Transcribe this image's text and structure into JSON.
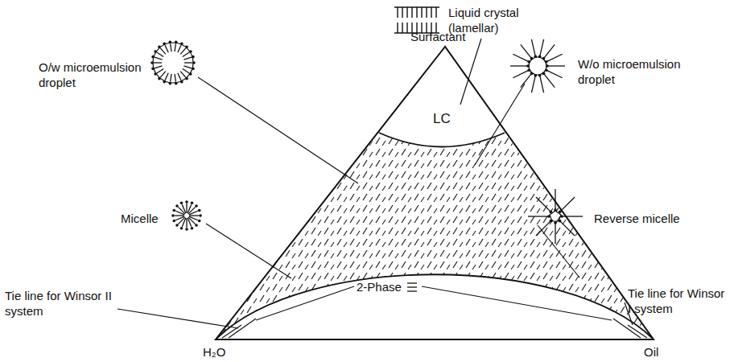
{
  "diagram": {
    "labels": [
      "Liquid crystal (lamellar)",
      "Surfactant",
      "LC",
      "O/w microemulsion droplet",
      "W/o microemulsion droplet",
      "Micelle",
      "Reverse micelle",
      "2-Phase",
      "Tie line for Winsor II system",
      "Tie line for Winsor I system",
      "H₂O",
      "Oil"
    ]
  }
}
